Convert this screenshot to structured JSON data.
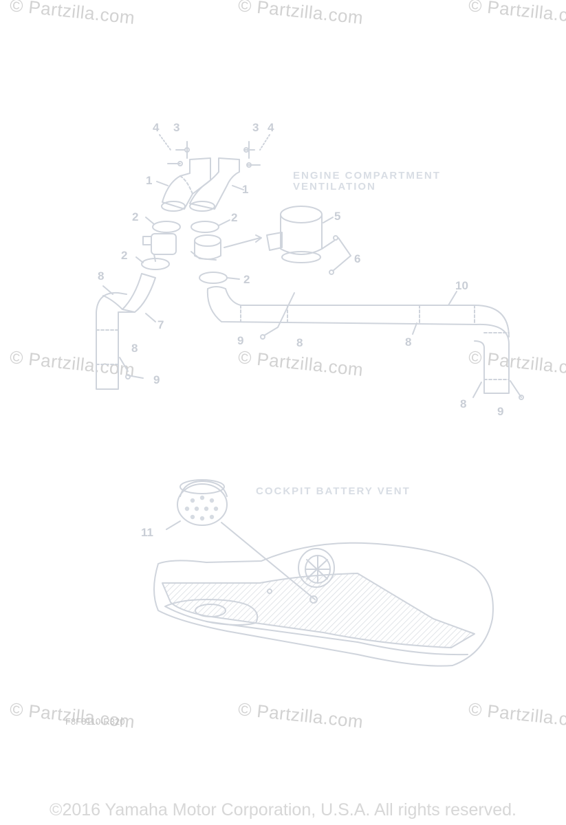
{
  "watermarks": [
    "© Partzilla.com",
    "© Partzilla.com",
    "© Partzilla.com",
    "© Partzilla.com",
    "© Partzilla.com",
    "© Partzilla.com",
    "© Partzilla.com",
    "© Partzilla.com",
    "© Partzilla.com"
  ],
  "titles": {
    "engine_line1": "ENGINE COMPARTMENT",
    "engine_line2": "VENTILATION",
    "cockpit": "COCKPIT BATTERY VENT"
  },
  "callouts": [
    "4",
    "3",
    "3",
    "4",
    "1",
    "1",
    "2",
    "2",
    "5",
    "2",
    "6",
    "2",
    "8",
    "7",
    "10",
    "9",
    "8",
    "8",
    "8",
    "9",
    "8",
    "9",
    "11"
  ],
  "drawing_code": "F8F8110-R320",
  "copyright": "©2016 Yamaha Motor Corporation, U.S.A. All rights reserved.",
  "colors": {
    "line": "#cfd4dc",
    "label": "#c9ced6",
    "watermark": "#d2d2d2"
  }
}
